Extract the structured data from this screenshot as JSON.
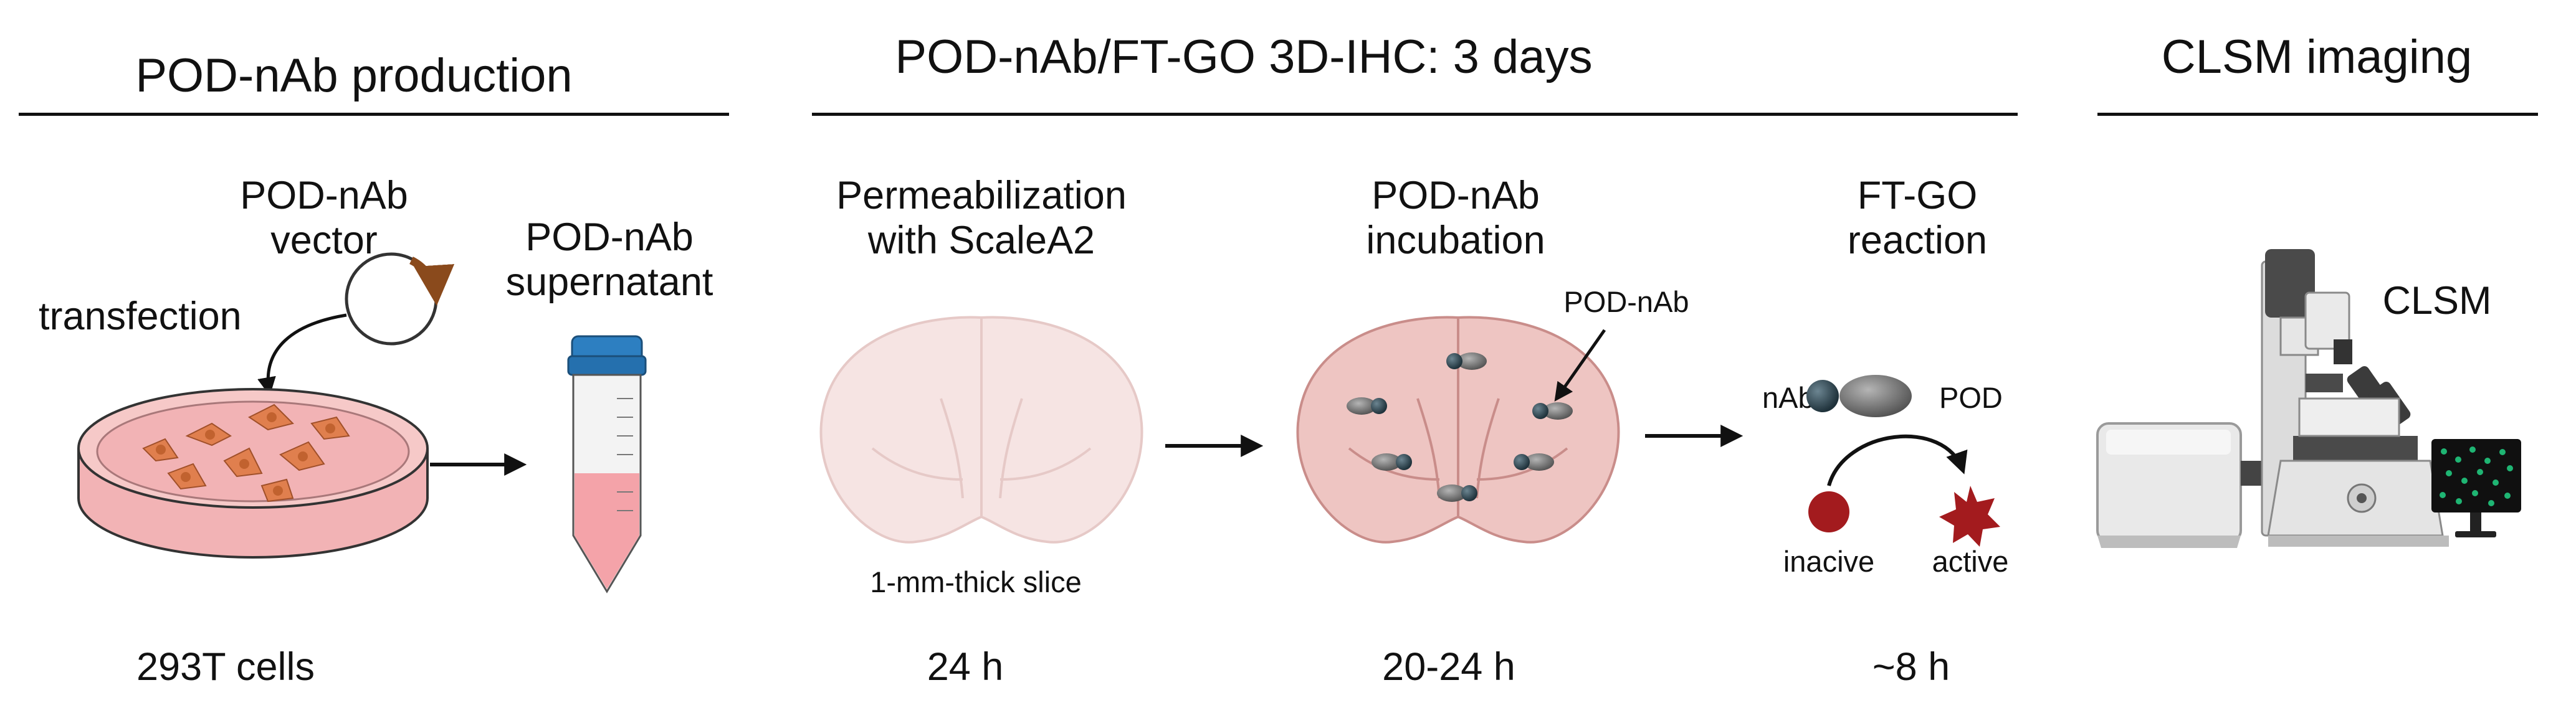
{
  "sections": [
    {
      "title": "POD-nAb production",
      "time": "293T cells"
    },
    {
      "title": "POD-nAb/FT-GO 3D-IHC: 3 days"
    },
    {
      "title": "CLSM imaging"
    }
  ],
  "production": {
    "vector_label": "POD-nAb\nvector",
    "transfection_label": "transfection",
    "supernatant_label": "POD-nAb\nsupernatant"
  },
  "steps": [
    {
      "label_line1": "Permeabilization",
      "label_line2": "with ScaleA2",
      "sublabel": "1-mm-thick slice",
      "time": "24 h"
    },
    {
      "label_line1": "POD-nAb",
      "label_line2": "incubation",
      "annotation": "POD-nAb",
      "time": "20-24 h"
    },
    {
      "label_line1": "FT-GO",
      "label_line2": "reaction",
      "time": "~8 h"
    }
  ],
  "reaction": {
    "nab_label": "nAb",
    "pod_label": "POD",
    "inactive_label": "inacive",
    "active_label": "active"
  },
  "imaging": {
    "label": "CLSM"
  },
  "colors": {
    "dish_pink": "#f2b3b5",
    "cell_orange": "#e07f4e",
    "tube_cap": "#2d7fc1",
    "tube_liquid": "#f4a3a9",
    "brain_light": "#f6e4e3",
    "brain_stained": "#eec5c2",
    "dark_red": "#a31b1e",
    "arrow_brown": "#8a4a1c",
    "screen_dots": "#1fb573"
  }
}
